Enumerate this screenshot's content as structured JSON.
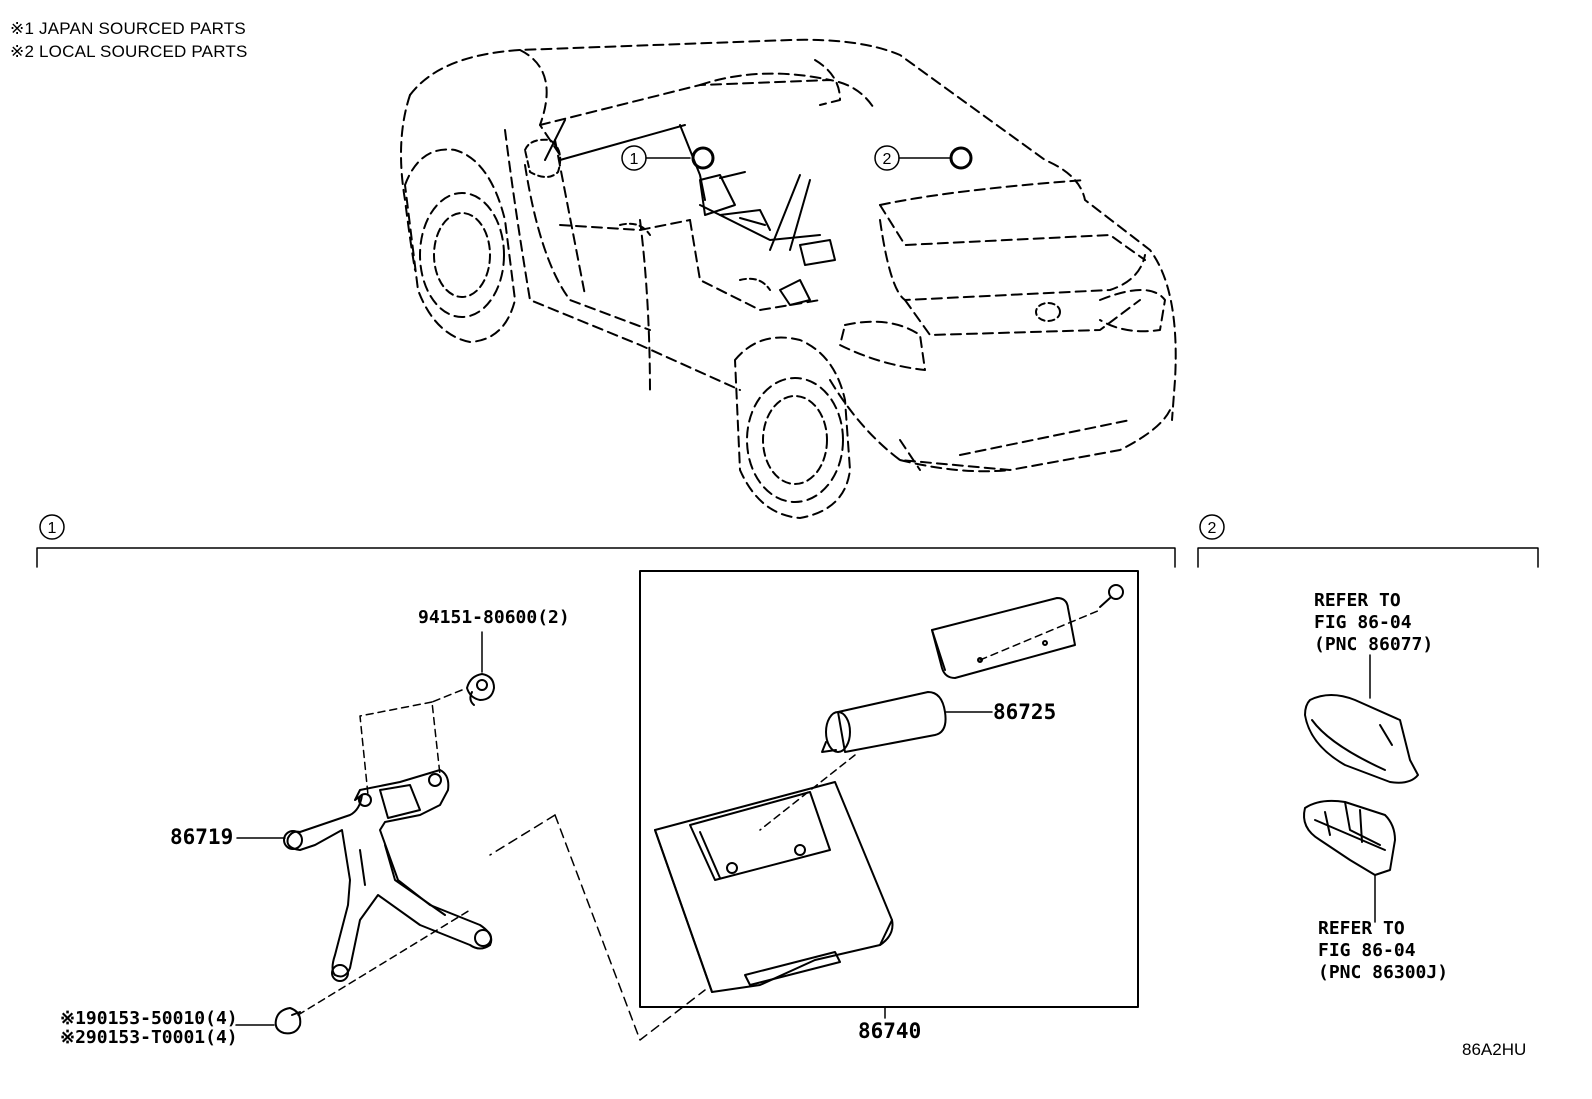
{
  "notes": [
    "※1 JAPAN SOURCED PARTS",
    "※2 LOCAL SOURCED PARTS"
  ],
  "locators": {
    "one": "1",
    "two": "2"
  },
  "parts": {
    "nut": "94151-80600(2)",
    "bracket": "86719",
    "screw_1": "※190153-50010(4)",
    "screw_2": "※290153-T0001(4)",
    "battery": "86725",
    "module": "86740"
  },
  "refer_upper": [
    "REFER TO",
    "FIG 86-04",
    "(PNC 86077)"
  ],
  "refer_lower": [
    "REFER TO",
    "FIG 86-04",
    "(PNC 86300J)"
  ],
  "illustration_code": "86A2HU"
}
